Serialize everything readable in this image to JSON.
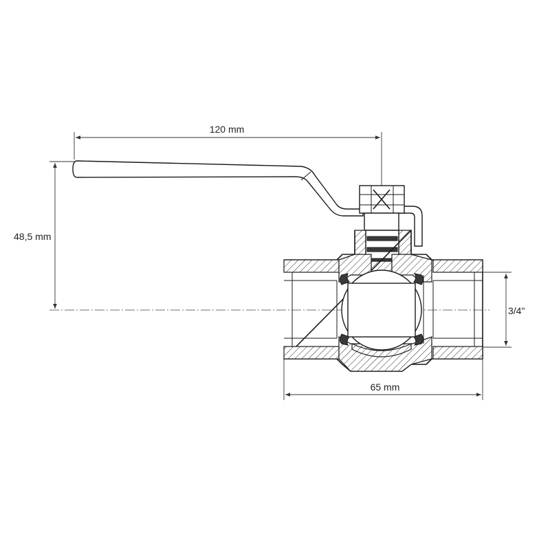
{
  "dimensions": {
    "handle_length": "120 mm",
    "height": "48,5 mm",
    "body_length": "65 mm",
    "thread_size": "3/4\""
  }
}
